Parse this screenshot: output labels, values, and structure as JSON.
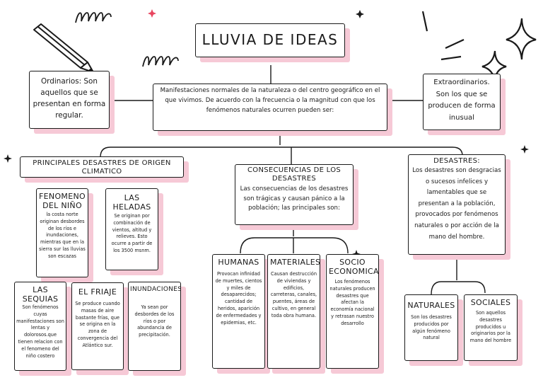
{
  "title": "LLUVIA DE IDEAS",
  "intro": "Manifestaciones normales de la naturaleza o del centro geográfico en el que vivimos. De acuerdo con la frecuencia o la magnitud con que los fenómenos naturales ocurren pueden ser:",
  "ordinarios": "Ordinarios: Son aquellos que se presentan en forma regular.",
  "extraordinarios": "Extraordinarios. Son los que se producen de forma inusual",
  "principales": {
    "title": "PRINCIPALES DESASTRES DE ORIGEN CLIMATICO",
    "items": [
      {
        "title": "FENOMENO DEL NIÑO",
        "text": "la costa norte originan desbordes de los ríos e inundaciones, mientras que en la sierra sur las lluvias son escazas"
      },
      {
        "title": "LAS HELADAS",
        "text": "Se originan por combinación de vientos, altitud y relieves. Esto ocurre a partir de los 3500 msnm."
      },
      {
        "title": "LAS SEQUIAS",
        "text": "Son fenómenos cuyas manifestaciones son lentas y dolorosos.que tienen relacion con el fenomeno del niño costero"
      },
      {
        "title": "EL FRIAJE",
        "text": "Se produce cuando masas de aire bastante frías, que se origina en la zona de convergencia del Atlántico sur."
      },
      {
        "title": "INUNDACIONES",
        "text": "Ya sean por desbordes de los ríos o por abundancia de precipitación."
      }
    ]
  },
  "consecuencias": {
    "title": "CONSECUENCIAS DE LOS DESASTRES",
    "text": "Las consecuencias de los desastres son trágicas y causan pánico a la población; las principales son:",
    "items": [
      {
        "title": "HUMANAS",
        "text": "Provocan infinidad de muertes, cientos y miles de desaparecidos; cantidad de heridos, aparición de enfermedades y epidemias, etc."
      },
      {
        "title": "MATERIALES",
        "text": "Causan destrucción de viviendas y edificios, carreteras, canales, puentes, áreas de cultivo, en general toda obra humana."
      },
      {
        "title": "SOCIO ECONOMICA",
        "text": "Los fenómenos naturales producen desastres que afectan la economía nacional y retrasan nuestro desarrollo"
      }
    ]
  },
  "desastres": {
    "title": "DESASTRES:",
    "text": "Los desastres son desgracias o sucesos infelices y lamentables que se presentan a la población, provocados por fenómenos naturales o por acción de la mano del hombre.",
    "items": [
      {
        "title": "NATURALES",
        "text": "Son los desastres producidos por algún fenómeno natural"
      },
      {
        "title": "SOCIALES",
        "text": "Son aquellos desastres producidos u originarios por la mano del hombre"
      }
    ]
  },
  "colors": {
    "shadow": "#f6c9d6",
    "stroke": "#1a1a1a",
    "accent": "#e8455f"
  },
  "icons": [
    "pencil-icon",
    "sparkle-icon",
    "star-icon",
    "spiral-icon"
  ]
}
